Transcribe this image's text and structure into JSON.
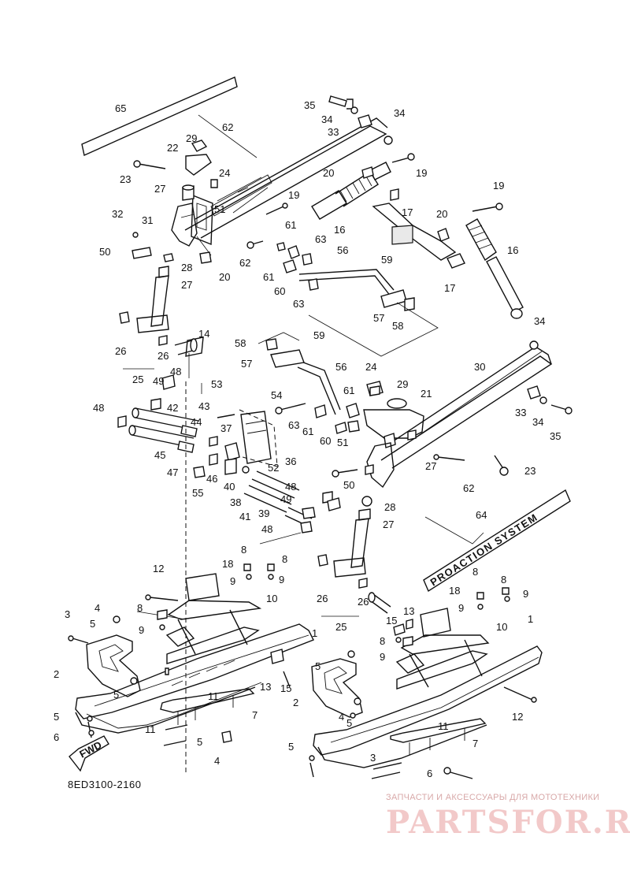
{
  "diagram": {
    "code": "8ED3100-2160",
    "fwd_label": "FWD",
    "decal_labels": [
      "PROACTION SYSTEM"
    ]
  },
  "watermark": {
    "tagline": "ЗАПЧАСТИ И АКСЕССУАРЫ ДЛЯ МОТОТЕХНИКИ",
    "brand": "PARTSFOR.RU"
  },
  "callouts": [
    "65",
    "35",
    "34",
    "33",
    "62",
    "34",
    "29",
    "22",
    "23",
    "24",
    "27",
    "20",
    "19",
    "31",
    "51",
    "32",
    "19",
    "17",
    "20",
    "19",
    "50",
    "61",
    "63",
    "62",
    "28",
    "20",
    "16",
    "56",
    "61",
    "17",
    "16",
    "27",
    "60",
    "59",
    "63",
    "57",
    "58",
    "14",
    "26",
    "26",
    "25",
    "58",
    "59",
    "34",
    "57",
    "30",
    "56",
    "24",
    "48",
    "53",
    "49",
    "61",
    "29",
    "21",
    "54",
    "48",
    "42",
    "43",
    "63",
    "61",
    "44",
    "37",
    "60",
    "51",
    "45",
    "33",
    "34",
    "35",
    "27",
    "23",
    "50",
    "62",
    "36",
    "47",
    "55",
    "46",
    "52",
    "40",
    "48",
    "28",
    "38",
    "49",
    "64",
    "39",
    "27",
    "41",
    "48",
    "12",
    "18",
    "8",
    "8",
    "9",
    "9",
    "26",
    "26",
    "10",
    "3",
    "4",
    "8",
    "13",
    "18",
    "8",
    "8",
    "9",
    "5",
    "9",
    "25",
    "15",
    "9",
    "1",
    "1",
    "2",
    "5",
    "13",
    "15",
    "8",
    "10",
    "9",
    "5",
    "4",
    "5",
    "11",
    "7",
    "2",
    "11",
    "12",
    "5",
    "5",
    "4",
    "6",
    "11",
    "7",
    "5",
    "3",
    "6"
  ]
}
